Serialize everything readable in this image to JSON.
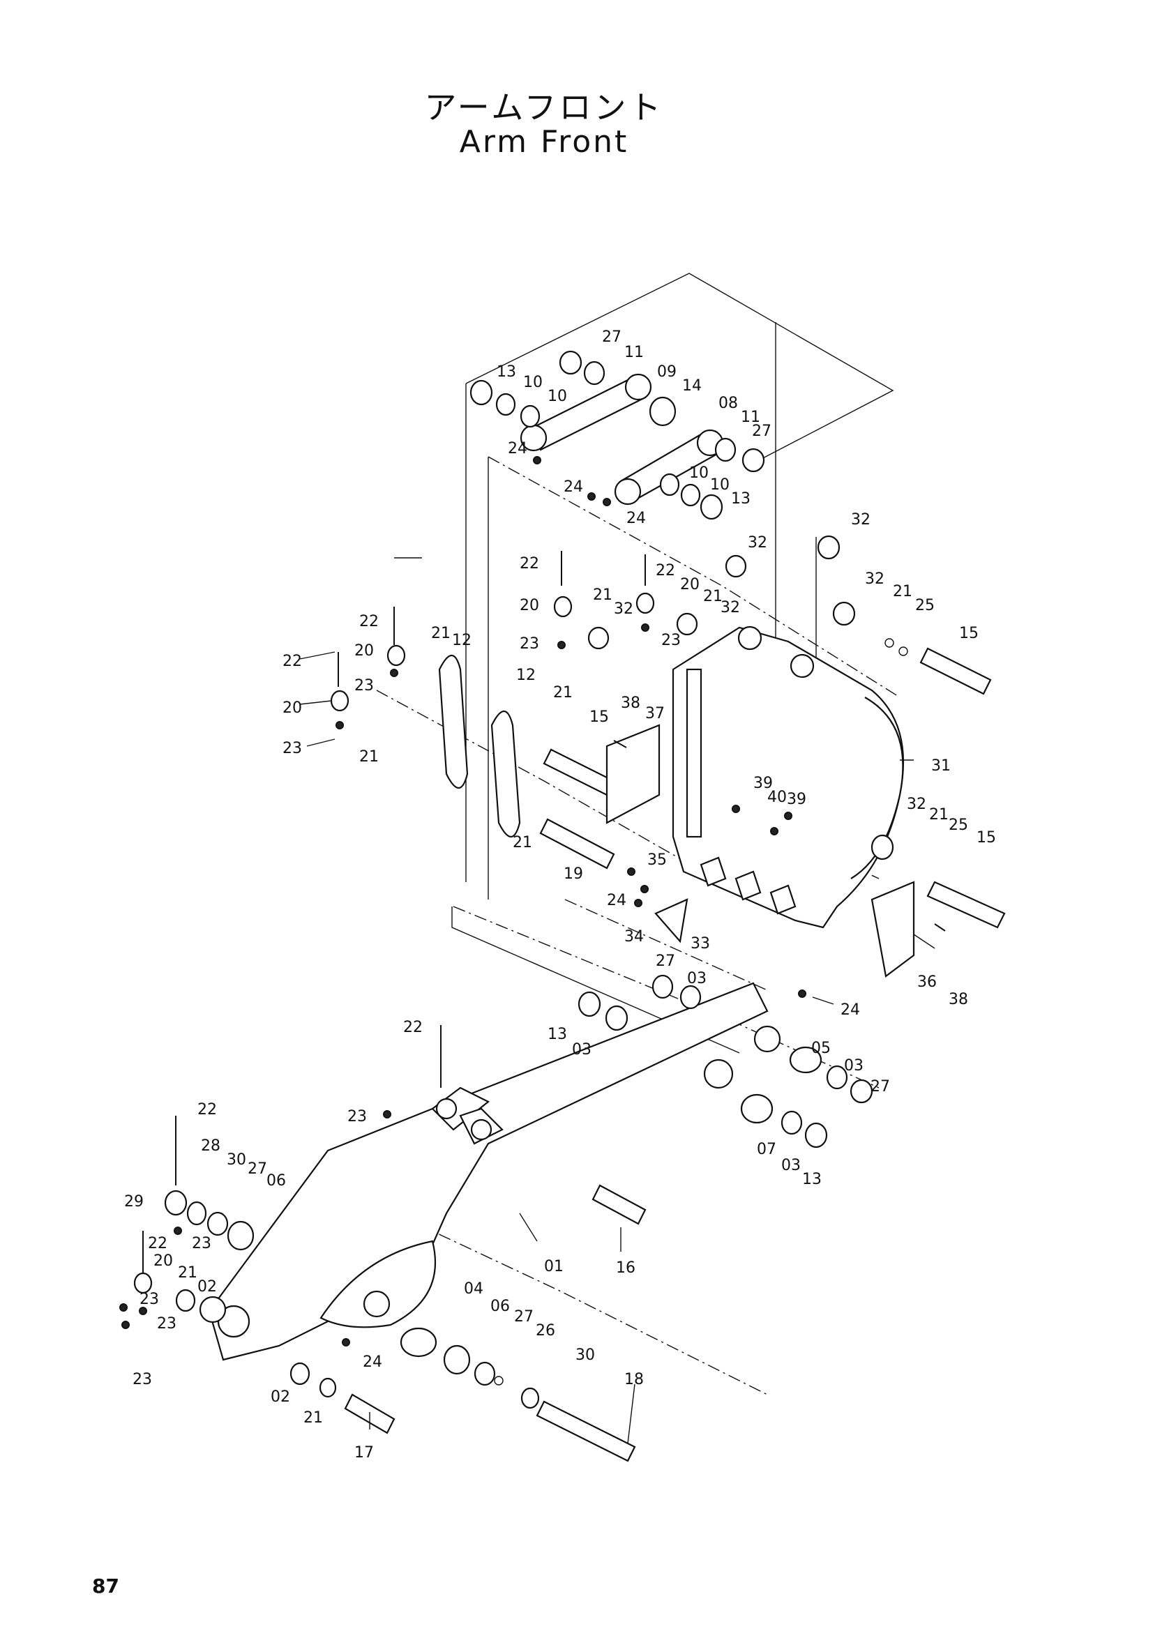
{
  "title_jp": "アームフロント",
  "title_en": "Arm Front",
  "page_number": "87",
  "part_labels": {
    "p01": "01",
    "p02a": "02",
    "p02b": "02",
    "p03a": "03",
    "p03b": "03",
    "p03c": "03",
    "p03d": "03",
    "p04": "04",
    "p05": "05",
    "p06a": "06",
    "p06b": "06",
    "p07": "07",
    "p08": "08",
    "p09": "09",
    "p10a": "10",
    "p10b": "10",
    "p10c": "10",
    "p10d": "10",
    "p11a": "11",
    "p11b": "11",
    "p12a": "12",
    "p12b": "12",
    "p13a": "13",
    "p13b": "13",
    "p13c": "13",
    "p13d": "13",
    "p14": "14",
    "p15a": "15",
    "p15b": "15",
    "p15c": "15",
    "p16": "16",
    "p17": "17",
    "p18": "18",
    "p19": "19",
    "p20a": "20",
    "p20b": "20",
    "p20c": "20",
    "p20d": "20",
    "p20e": "20",
    "p21a": "21",
    "p21b": "21",
    "p21c": "21",
    "p21d": "21",
    "p21e": "21",
    "p21f": "21",
    "p21g": "21",
    "p21h": "21",
    "p21i": "21",
    "p22a": "22",
    "p22b": "22",
    "p22c": "22",
    "p22d": "22",
    "p22e": "22",
    "p22f": "22",
    "p22g": "22",
    "p23a": "23",
    "p23b": "23",
    "p23c": "23",
    "p23d": "23",
    "p23e": "23",
    "p23f": "23",
    "p23g": "23",
    "p23h": "23",
    "p23i": "23",
    "p24a": "24",
    "p24b": "24",
    "p24c": "24",
    "p24d": "24",
    "p24e": "24",
    "p24f": "24",
    "p25a": "25",
    "p25b": "25",
    "p26": "26",
    "p27a": "27",
    "p27b": "27",
    "p27c": "27",
    "p27d": "27",
    "p27e": "27",
    "p27f": "27",
    "p28": "28",
    "p29": "29",
    "p30a": "30",
    "p30b": "30",
    "p31": "31",
    "p32a": "32",
    "p32b": "32",
    "p32c": "32",
    "p32d": "32",
    "p32e": "32",
    "p32f": "32",
    "p33": "33",
    "p34": "34",
    "p35": "35",
    "p36": "36",
    "p37": "37",
    "p38a": "38",
    "p38b": "38",
    "p39a": "39",
    "p39b": "39",
    "p40": "40"
  }
}
